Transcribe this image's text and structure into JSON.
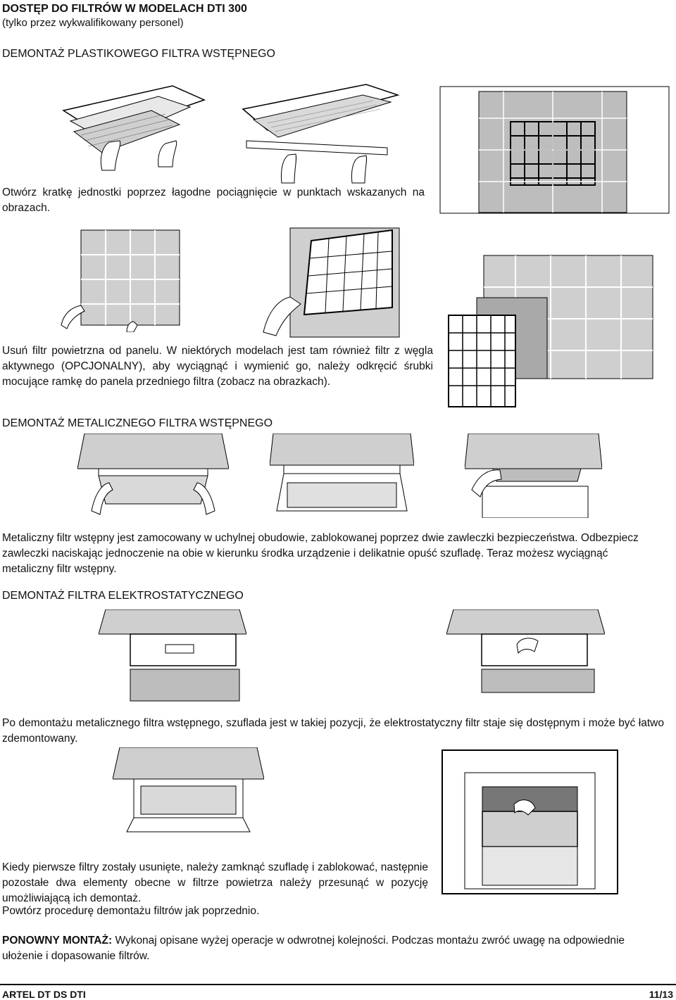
{
  "header": {
    "title": "DOSTĘP DO FILTRÓW W MODELACH DTI 300",
    "subtitle": "(tylko przez wykwalifikowany personel)"
  },
  "sections": {
    "plastic": {
      "heading": "DEMONTAŻ PLASTIKOWEGO FILTRA WSTĘPNEGO",
      "text1": "Otwórz kratkę jednostki poprzez łagodne pociągnięcie w punktach wskazanych na obrazach.",
      "text2": "Usuń filtr powietrzna od panelu. W niektórych modelach jest tam również filtr z węgla aktywnego (OPCJONALNY), aby wyciągnąć i wymienić go, należy odkręcić śrubki mocujące ramkę do panela przedniego filtra (zobacz na obrazkach)."
    },
    "metal": {
      "heading": "DEMONTAŻ METALICZNEGO FILTRA WSTĘPNEGO",
      "text": "Metaliczny filtr wstępny jest zamocowany w uchylnej obudowie, zablokowanej poprzez dwie zawleczki bezpieczeństwa. Odbezpiecz zawleczki naciskając jednoczenie na obie w kierunku środka urządzenie i delikatnie opuść szufladę. Teraz możesz wyciągnąć metaliczny filtr wstępny."
    },
    "electro": {
      "heading": "DEMONTAŻ FILTRA ELEKTROSTATYCZNEGO",
      "text1": "Po demontażu metalicznego filtra wstępnego, szuflada jest w takiej pozycji, że elektrostatyczny filtr staje się dostępnym i może być łatwo zdemontowany.",
      "text2a": "Kiedy pierwsze filtry zostały usunięte, należy zamknąć szufladę i zablokować, następnie pozostałe dwa elementy obecne w filtrze powietrza należy przesunąć w pozycję umożliwiającą ich demontaż.",
      "text2b": "Powtórz procedurę demontażu filtrów jak poprzednio."
    },
    "reassembly": {
      "label": "PONOWNY MONTAŻ:",
      "text": " Wykonaj opisane wyżej operacje w odwrotnej kolejności. Podczas montażu zwróć uwagę na odpowiednie ułożenie i dopasowanie filtrów."
    }
  },
  "footer": {
    "left": "ARTEL DT DS DTI",
    "right": "11/13"
  }
}
